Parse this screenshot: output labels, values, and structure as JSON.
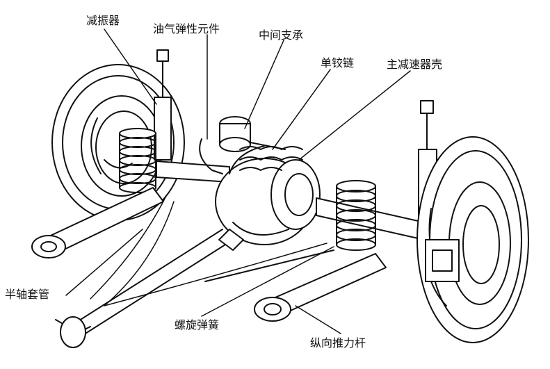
{
  "labels": {
    "shock_absorber": "减振器",
    "hydro_pneumatic_element": "油气弹性元件",
    "center_support": "中间支承",
    "single_hinge": "单铰链",
    "final_drive_housing": "主减速器壳",
    "axle_shaft_sleeve": "半轴套管",
    "coil_spring": "螺旋弹簧",
    "trailing_arm": "纵向推力杆"
  },
  "colors": {
    "line": "#111111",
    "background": "#ffffff"
  }
}
